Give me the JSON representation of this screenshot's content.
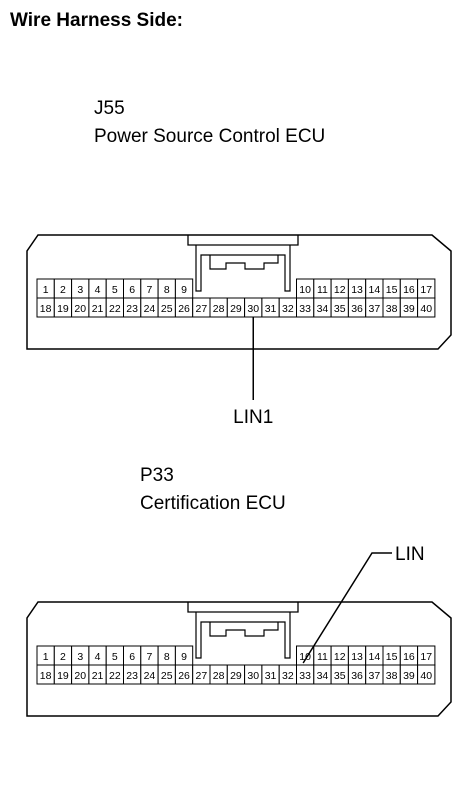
{
  "heading": "Wire Harness Side:",
  "connectors": [
    {
      "code": "J55",
      "name": "Power Source Control ECU",
      "row1_left": [
        "1",
        "2",
        "3",
        "4",
        "5",
        "6",
        "7",
        "8",
        "9"
      ],
      "row1_right": [
        "10",
        "11",
        "12",
        "13",
        "14",
        "15",
        "16",
        "17"
      ],
      "row2": [
        "18",
        "19",
        "20",
        "21",
        "22",
        "23",
        "24",
        "25",
        "26",
        "27",
        "28",
        "29",
        "30",
        "31",
        "32",
        "33",
        "34",
        "35",
        "36",
        "37",
        "38",
        "39",
        "40"
      ],
      "signal_label": "LIN1",
      "signal_pin": "30"
    },
    {
      "code": "P33",
      "name": "Certification ECU",
      "row1_left": [
        "1",
        "2",
        "3",
        "4",
        "5",
        "6",
        "7",
        "8",
        "9"
      ],
      "row1_right": [
        "10",
        "11",
        "12",
        "13",
        "14",
        "15",
        "16",
        "17"
      ],
      "row2": [
        "18",
        "19",
        "20",
        "21",
        "22",
        "23",
        "24",
        "25",
        "26",
        "27",
        "28",
        "29",
        "30",
        "31",
        "32",
        "33",
        "34",
        "35",
        "36",
        "37",
        "38",
        "39",
        "40"
      ],
      "signal_label": "LIN",
      "signal_pin": "10"
    }
  ]
}
